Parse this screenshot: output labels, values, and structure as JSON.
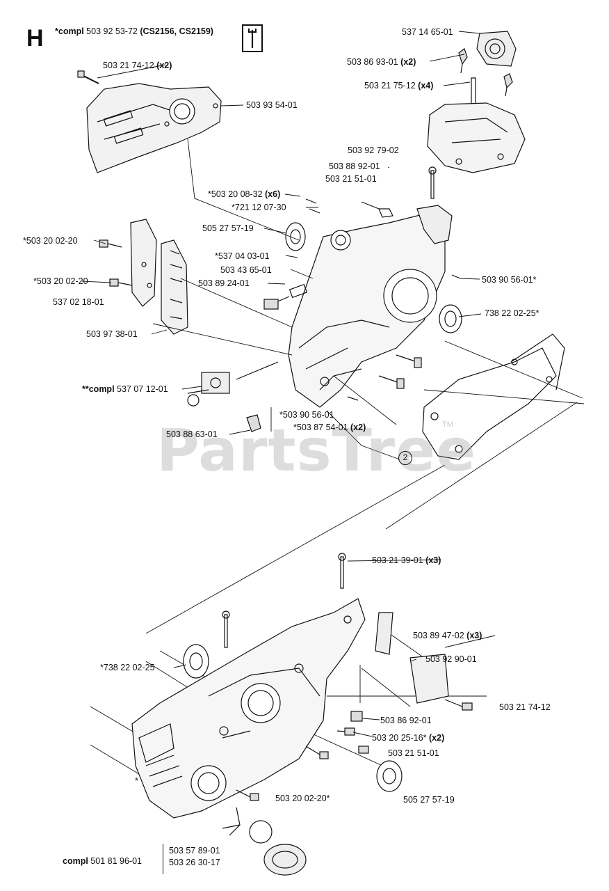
{
  "section": "H",
  "header": {
    "prefix": "*compl",
    "part": "503 92 53-72",
    "models": "(CS2156, CS2159)"
  },
  "icon_names": [
    "wrench-icon"
  ],
  "watermark": {
    "text": "PartsTree",
    "tm": "TM"
  },
  "callout": "2",
  "labels": [
    {
      "id": "l1",
      "pre": "",
      "text": "503 21 74-12",
      "qty": "(x2)"
    },
    {
      "id": "l2",
      "pre": "",
      "text": "503 93 54-01",
      "qty": ""
    },
    {
      "id": "l3",
      "pre": "",
      "text": "537 14 65-01",
      "qty": ""
    },
    {
      "id": "l4",
      "pre": "",
      "text": "503 86 93-01",
      "qty": "(x2)"
    },
    {
      "id": "l5",
      "pre": "",
      "text": "503 21 75-12",
      "qty": "(x4)"
    },
    {
      "id": "l6",
      "pre": "",
      "text": "503 92 79-02",
      "qty": ""
    },
    {
      "id": "l7",
      "pre": "",
      "text": "503 88 92-01",
      "qty": ""
    },
    {
      "id": "l8",
      "pre": "",
      "text": "503 21 51-01",
      "qty": ""
    },
    {
      "id": "l9",
      "pre": "",
      "text": "*503 20 08-32",
      "qty": "(x6)"
    },
    {
      "id": "l10",
      "pre": "",
      "text": "*721 12 07-30",
      "qty": ""
    },
    {
      "id": "l11",
      "pre": "",
      "text": "505 27 57-19",
      "qty": ""
    },
    {
      "id": "l12",
      "pre": "",
      "text": "*503 20 02-20",
      "qty": ""
    },
    {
      "id": "l13",
      "pre": "",
      "text": "*537 04 03-01",
      "qty": ""
    },
    {
      "id": "l14",
      "pre": "",
      "text": "503 43 65-01",
      "qty": ""
    },
    {
      "id": "l15",
      "pre": "",
      "text": "*503 20 02-20",
      "qty": ""
    },
    {
      "id": "l16",
      "pre": "",
      "text": "503 89 24-01",
      "qty": ""
    },
    {
      "id": "l17",
      "pre": "",
      "text": "537 02 18-01",
      "qty": ""
    },
    {
      "id": "l18",
      "pre": "",
      "text": "503 90 56-01*",
      "qty": ""
    },
    {
      "id": "l19",
      "pre": "",
      "text": "738 22 02-25*",
      "qty": ""
    },
    {
      "id": "l20",
      "pre": "",
      "text": "503 97 38-01",
      "qty": ""
    },
    {
      "id": "l21",
      "pre": "**compl",
      "text": "537 07 12-01",
      "qty": ""
    },
    {
      "id": "l22",
      "pre": "",
      "text": "*503 90 56-01",
      "qty": ""
    },
    {
      "id": "l23",
      "pre": "",
      "text": "*503 87 54-01",
      "qty": "(x2)"
    },
    {
      "id": "l24",
      "pre": "",
      "text": "503 88 63-01",
      "qty": ""
    },
    {
      "id": "l25",
      "pre": "",
      "text": "503 21 39-01",
      "qty": "(x3)"
    },
    {
      "id": "l26",
      "pre": "",
      "text": "503 89 47-02",
      "qty": "(x3)"
    },
    {
      "id": "l27",
      "pre": "",
      "text": "503 92 90-01",
      "qty": ""
    },
    {
      "id": "l28",
      "pre": "",
      "text": "*738 22 02-25",
      "qty": ""
    },
    {
      "id": "l29",
      "pre": "",
      "text": "503 21 74-12",
      "qty": ""
    },
    {
      "id": "l30",
      "pre": "",
      "text": "503 86 92-01",
      "qty": ""
    },
    {
      "id": "l31",
      "pre": "",
      "text": "503 20 25-16*",
      "qty": "(x2)"
    },
    {
      "id": "l32",
      "pre": "",
      "text": "503 21 51-01",
      "qty": ""
    },
    {
      "id": "l33",
      "pre": "",
      "text": "503 20 02-20*",
      "qty": ""
    },
    {
      "id": "l34",
      "pre": "",
      "text": "505 27 57-19",
      "qty": ""
    },
    {
      "id": "l35",
      "pre": "",
      "text": "*",
      "qty": ""
    },
    {
      "id": "l36",
      "pre": "compl",
      "text": "501 81 96-01",
      "qty": ""
    },
    {
      "id": "l37",
      "pre": "",
      "text": "503 57 89-01",
      "qty": ""
    },
    {
      "id": "l38",
      "pre": "",
      "text": "503 26 30-17",
      "qty": ""
    }
  ]
}
